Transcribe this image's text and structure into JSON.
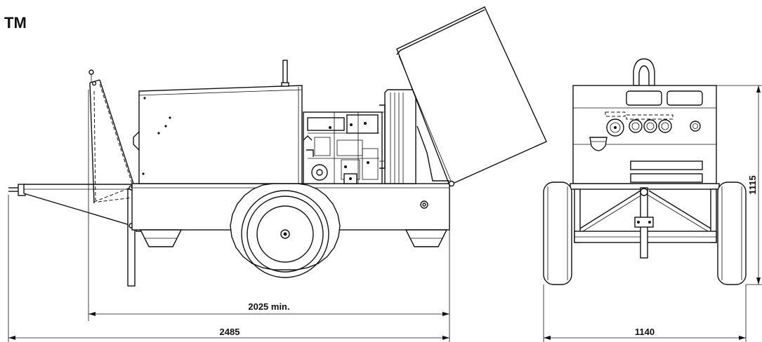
{
  "title": "TM",
  "dimensions": {
    "min_length": "2025 min.",
    "total_length": "2485",
    "width": "1140",
    "height": "1115"
  }
}
